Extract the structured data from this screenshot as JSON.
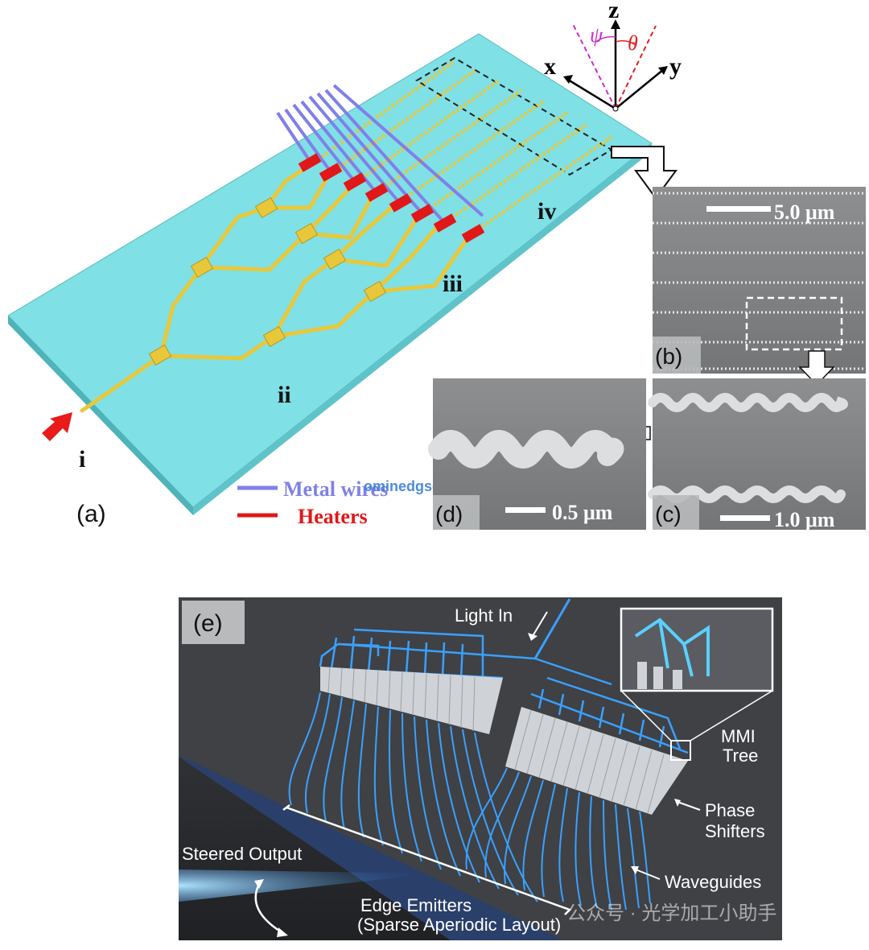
{
  "panel_a": {
    "label": "(a)",
    "axes": {
      "z": "z",
      "x": "x",
      "y": "y",
      "psi": "ψ",
      "theta": "θ"
    },
    "stage_labels": {
      "i": "i",
      "ii": "ii",
      "iii": "iii",
      "iv": "iv"
    },
    "legend": {
      "metal_wires": "Metal wires",
      "heaters": "Heaters"
    },
    "colors": {
      "substrate": "#7fe0e6",
      "waveguide": "#e8c83a",
      "metal": "#8080e8",
      "heater": "#e01818",
      "input_arrow": "#e81a1a"
    }
  },
  "panel_b": {
    "label": "(b)",
    "scale": "5.0 μm"
  },
  "panel_c": {
    "label": "(c)",
    "scale": "1.0 μm"
  },
  "panel_d": {
    "label": "(d)",
    "scale": "0.5 μm"
  },
  "watermark_top": "ominedgsemi.com",
  "panel_e": {
    "label": "(e)",
    "light_in": "Light In",
    "mmi_tree": [
      "MMI",
      "Tree"
    ],
    "phase_shifters": [
      "Phase",
      "Shifters"
    ],
    "waveguides": "Waveguides",
    "steered_output": "Steered Output",
    "edge_emitters": [
      "Edge Emitters",
      "(Sparse Aperiodic Layout)"
    ],
    "watermark": "公众号 · 光学加工小助手",
    "colors": {
      "background": "#3a3c40",
      "waveguide": "#3aa0ff",
      "shifter": "#d0d4d8"
    }
  }
}
